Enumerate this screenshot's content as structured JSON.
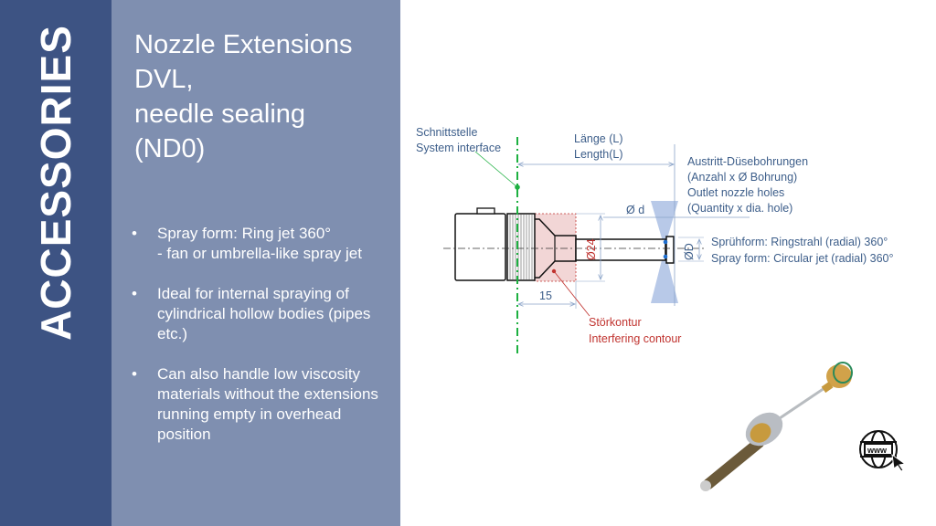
{
  "sidebar": {
    "label": "ACCESSORIES"
  },
  "panel": {
    "title": "Nozzle Extensions\nDVL,\nneedle sealing\n(ND0)",
    "bullets": [
      "Spray form: Ring jet 360°\n- fan or umbrella-like spray jet",
      "Ideal for internal spraying of cylindrical hollow bodies (pipes etc.)",
      "Can also handle low viscosity materials without the extensions running empty in overhead position"
    ]
  },
  "diagram": {
    "interface_de": "Schnittstelle",
    "interface_en": "System interface",
    "length_de": "Länge (L)",
    "length_en": "Length(L)",
    "outlet_de1": "Austritt-Düsebohrungen",
    "outlet_de2": "(Anzahl x Ø Bohrung)",
    "outlet_en1": "Outlet nozzle holes",
    "outlet_en2": "(Quantity x dia. hole)",
    "small_d": "Ø d",
    "big_d": "ØD",
    "dia24": "Ø24",
    "dim15": "15",
    "spray_de": "Sprühform:  Ringstrahl (radial) 360°",
    "spray_en": "Spray form: Circular jet (radial) 360°",
    "contour_de": "Störkontur",
    "contour_en": "Interfering contour"
  },
  "colors": {
    "strip": "#3d5383",
    "panel": "#7f8fb0",
    "label_blue": "#3d5e8a",
    "contour_red": "#c0332f",
    "interface_green": "#1db040"
  },
  "icons": {
    "web": "globe-www-cursor-icon"
  }
}
